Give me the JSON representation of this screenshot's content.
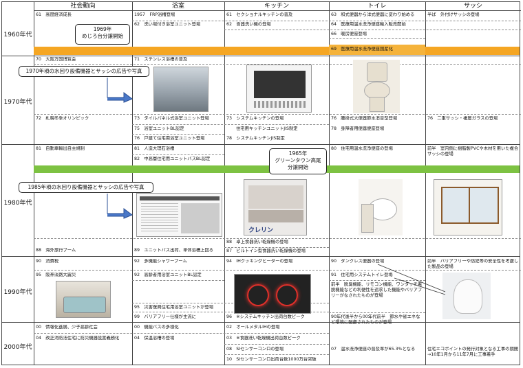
{
  "headers": [
    "社会動向",
    "浴室",
    "キッチン",
    "トイレ",
    "サッシ"
  ],
  "eras": [
    "1960年代",
    "1970年代",
    "1980年代",
    "1990年代",
    "2000年代"
  ],
  "r60": {
    "society": [
      "61　高度経済成長"
    ],
    "bath": [
      "1957　FRP浴槽登場",
      "62　洗い場付き浴室ユニット登場"
    ],
    "kitchen": [
      "61　セクショナルキッチンの普及",
      "62　食器洗い機の登場"
    ],
    "toilet": [
      "63　和式便器から洋式便器に変わり始める",
      "64　医療用温水洗浄便座輸入販売開始",
      "66　暖房便座登場",
      "69　医療用温水洗浄便座国産化"
    ],
    "sash": [
      "半ば　外付けサッシの登場"
    ],
    "callout": "1969年\nめじろ台分譲開始"
  },
  "r70": {
    "society": [
      "70　大阪万国博覧会",
      "72　札幌冬季オリンピック"
    ],
    "bath": [
      "71　ステンレス浴槽の普及",
      "73　タイルパネル式浴室ユニット登場",
      "75　浴室ユニットBL認定",
      "76　戸建て住宅用浴室ユニット登場"
    ],
    "kitchen": [
      "73　システムキッチンの登場",
      "住宅用キッチンユニットJIS制定",
      "78　システムキッチンJIS制定"
    ],
    "toilet": [
      "76　腰掛式大便器節水消音型登場",
      "78　身障者用便器便座登場"
    ],
    "sash": [
      "76　二重サッシ・複層ガラスの登場"
    ],
    "callout": "1970年頃の水回り設備機器とサッシの広告や写真"
  },
  "r80": {
    "society": [
      "81　自動車輸出自主規制",
      "88　海外旅行ブーム"
    ],
    "bath": [
      "81　人造大理石浴槽",
      "82　中高層住宅用ユニットバスBL認定",
      "89　ユニットバス出荷、単体浴槽上回る"
    ],
    "kitchen": [
      "88　卓上食器洗い乾燥機の登場",
      "87　ビルトイン型食器洗い乾燥機の登場"
    ],
    "toilet": [
      "80　住宅用温水洗浄便座の登場"
    ],
    "sash": "前半　室内側に樹脂製PVCや木材を用いた複合サッシの登場",
    "callout": "1965年\nグリーンタウン高尾\n分譲開始",
    "callout2": "1985年頃の水回り設備機器とサッシの広告や写真",
    "adtext": "クレリン"
  },
  "r90": {
    "society": [
      "90　消費税",
      "95　阪神淡路大震災"
    ],
    "bath": [
      "92　多機能シャワーブーム",
      "92　高齢者用浴室ユニットBL認定",
      "95　災害復興住宅用浴室ユニットが登場",
      "99　バリアフリー仕様が主流に"
    ],
    "kitchen": [
      "94　IHクッキングヒーターの登場",
      "96　※システムキッチン出荷台数ピーク"
    ],
    "toilet": [
      "90　タンクレス便器の登場",
      "91　住宅用システムトイレ登場"
    ],
    "toiletNote": "前半　脱臭機能、リモコン機能、ワンタッチ着脱機能などの利便性を追求した機能やバリアフリーがなされたものが登場",
    "toiletNote2": "90年代後半から00年代前半　節水や省エネなど環境に配慮されたものが登場",
    "sash": "前半　バリアフリーや防犯等の安全性を考慮した製品の登場"
  },
  "r00": {
    "society": [
      "00　情報化進展、少子高齢社会",
      "04　改正消防法住宅に防災機器設置義務化"
    ],
    "bath": [
      "00　機能バスの多様化",
      "04　保温浴槽の登場"
    ],
    "kitchen": [
      "02　オールメタルIHの登場",
      "03　※食器洗い乾燥機出荷台数ピーク",
      "08　SIセンサーコンロの登場",
      "10　SIセンサーコンロ出荷台数1000万台突破"
    ],
    "toilet": [
      "07　温水洗浄便座の普及率が65.3%となる"
    ],
    "sash": "住宅エコポイントの発行対象となる工事の期間→10年1月から11年7月に工事着手"
  },
  "colors": {
    "orange": "#f5a623",
    "green": "#7dc242",
    "highlight": "#f5b33b"
  }
}
